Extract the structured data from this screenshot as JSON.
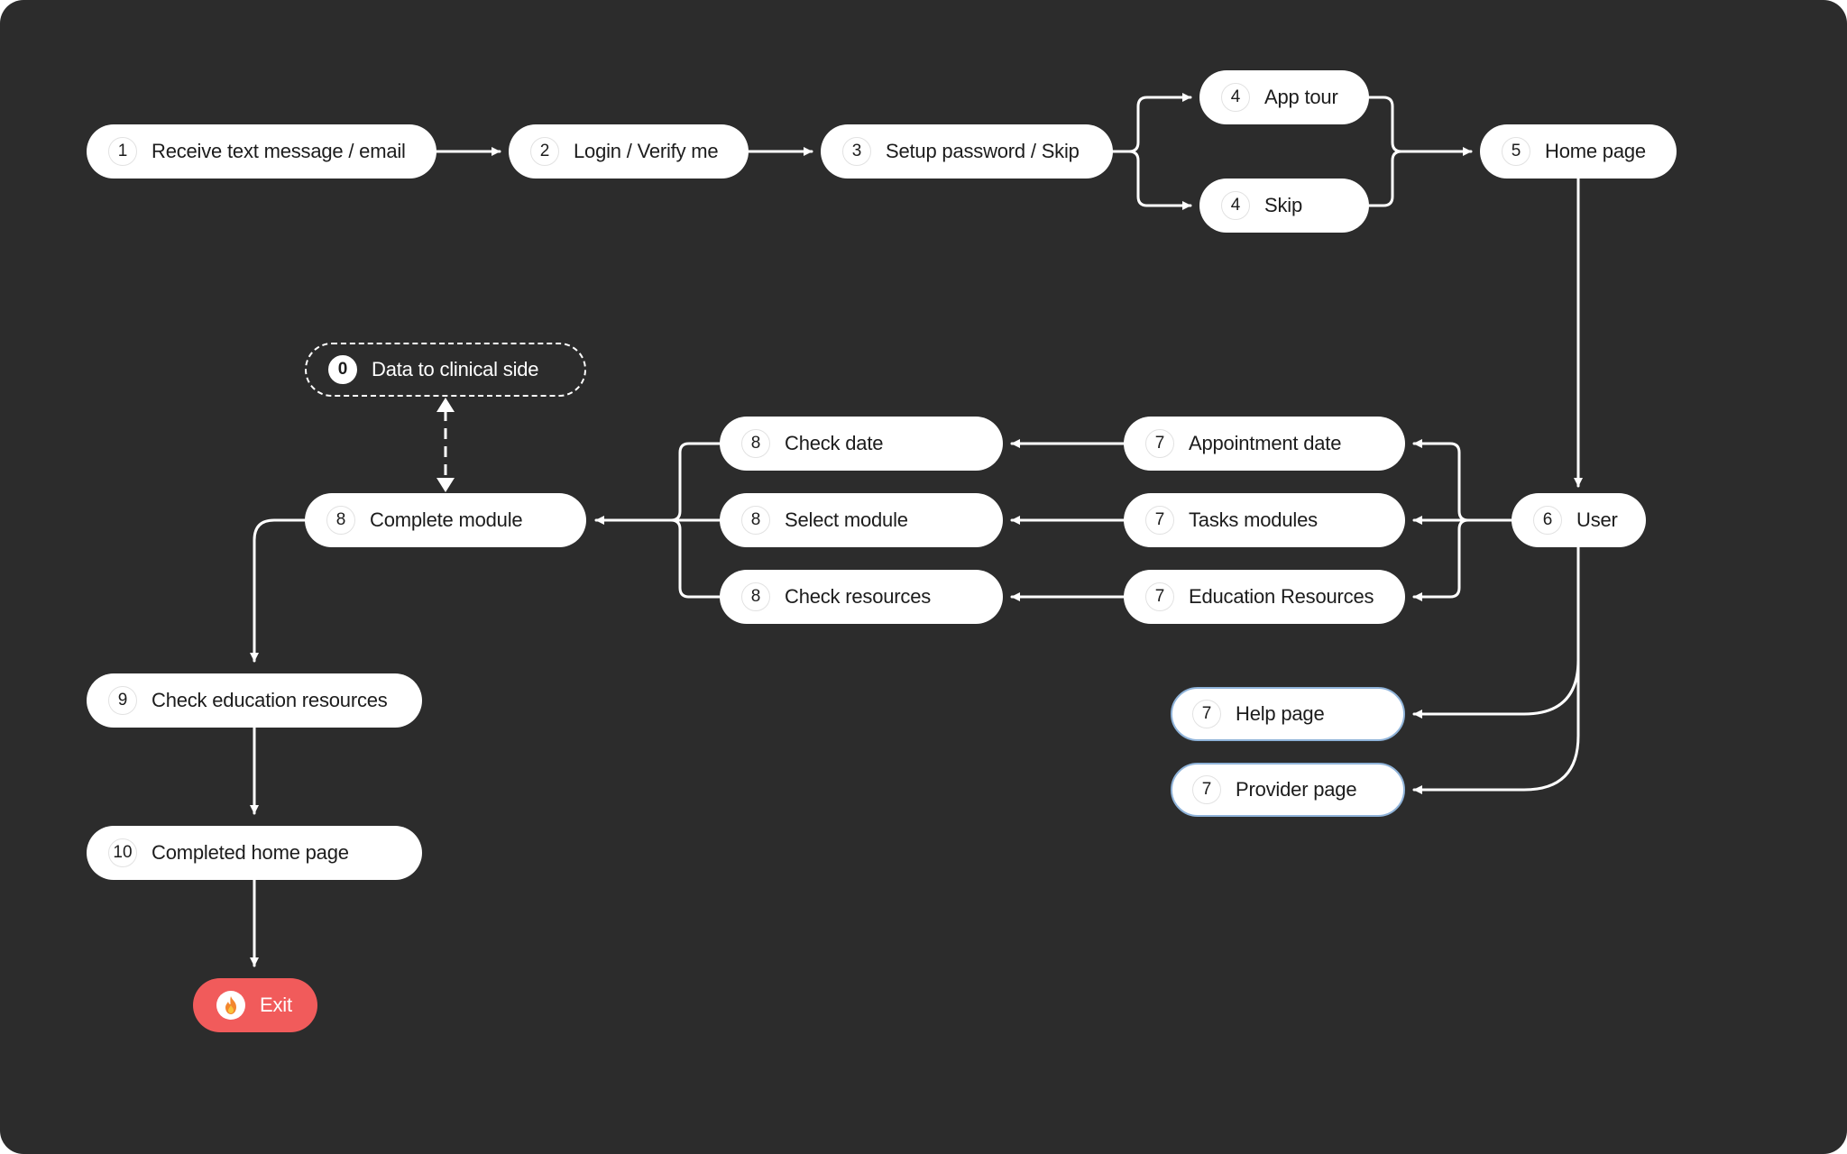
{
  "diagram": {
    "colors": {
      "background": "#2c2c2c",
      "node": "#ffffff",
      "text": "#1c1c1c",
      "edge": "#ffffff",
      "exit": "#f15b5b",
      "outline_blue": "#8fb3d9"
    },
    "nodes": {
      "n1": {
        "num": "1",
        "label": "Receive text message / email"
      },
      "n2": {
        "num": "2",
        "label": "Login / Verify me"
      },
      "n3": {
        "num": "3",
        "label": "Setup password / Skip"
      },
      "n4a": {
        "num": "4",
        "label": "App tour"
      },
      "n4b": {
        "num": "4",
        "label": "Skip"
      },
      "n5": {
        "num": "5",
        "label": "Home page"
      },
      "n6": {
        "num": "6",
        "label": "User"
      },
      "n7a": {
        "num": "7",
        "label": "Appointment date"
      },
      "n7b": {
        "num": "7",
        "label": "Tasks modules"
      },
      "n7c": {
        "num": "7",
        "label": "Education Resources"
      },
      "n7d": {
        "num": "7",
        "label": "Help page"
      },
      "n7e": {
        "num": "7",
        "label": "Provider page"
      },
      "n8a": {
        "num": "8",
        "label": "Check date"
      },
      "n8b": {
        "num": "8",
        "label": "Select module"
      },
      "n8c": {
        "num": "8",
        "label": "Check resources"
      },
      "n8d": {
        "num": "8",
        "label": "Complete module"
      },
      "n0": {
        "num": "0",
        "label": "Data to clinical side"
      },
      "n9": {
        "num": "9",
        "label": "Check education resources"
      },
      "n10": {
        "num": "10",
        "label": "Completed home page"
      },
      "exit": {
        "icon": "flame-icon",
        "label": "Exit"
      }
    },
    "edges": [
      {
        "from": "n1",
        "to": "n2"
      },
      {
        "from": "n2",
        "to": "n3"
      },
      {
        "from": "n3",
        "to": "n4a"
      },
      {
        "from": "n3",
        "to": "n4b"
      },
      {
        "from": "n4a",
        "to": "n5"
      },
      {
        "from": "n4b",
        "to": "n5"
      },
      {
        "from": "n5",
        "to": "n6"
      },
      {
        "from": "n6",
        "to": "n7a"
      },
      {
        "from": "n6",
        "to": "n7b"
      },
      {
        "from": "n6",
        "to": "n7c"
      },
      {
        "from": "n6",
        "to": "n7d"
      },
      {
        "from": "n6",
        "to": "n7e"
      },
      {
        "from": "n7a",
        "to": "n8a"
      },
      {
        "from": "n7b",
        "to": "n8b"
      },
      {
        "from": "n7c",
        "to": "n8c"
      },
      {
        "from": "n8a",
        "to": "n8d"
      },
      {
        "from": "n8b",
        "to": "n8d"
      },
      {
        "from": "n8c",
        "to": "n8d"
      },
      {
        "from": "n8d",
        "to": "n0",
        "style": "dashed",
        "bidirectional": true
      },
      {
        "from": "n8d",
        "to": "n9"
      },
      {
        "from": "n9",
        "to": "n10"
      },
      {
        "from": "n10",
        "to": "exit"
      }
    ]
  }
}
